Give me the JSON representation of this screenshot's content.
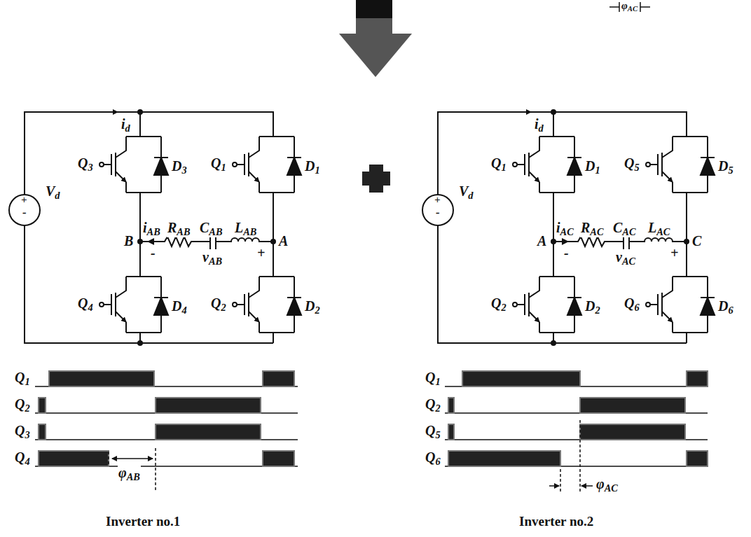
{
  "diagram": {
    "labels": [
      "id",
      "Vd",
      "+",
      "-",
      "Q3",
      "D3",
      "Q1",
      "D1",
      "B",
      "iAB",
      "RAB",
      "CAB",
      "LAB",
      "vAB",
      "-",
      "+",
      "A",
      "Q4",
      "D4",
      "Q2",
      "D2",
      "id",
      "Vd",
      "+",
      "-",
      "Q1",
      "D1",
      "Q5",
      "D5",
      "A",
      "iAC",
      "RAC",
      "CAC",
      "LAC",
      "vAC",
      "-",
      "+",
      "C",
      "Q2",
      "D2",
      "Q6",
      "D6",
      "Q1",
      "Q2",
      "Q3",
      "Q4",
      "φAB",
      "Inverter no.1",
      "Q1",
      "Q2",
      "Q5",
      "Q6",
      "φAC",
      "Inverter no.2",
      "φAC"
    ]
  }
}
